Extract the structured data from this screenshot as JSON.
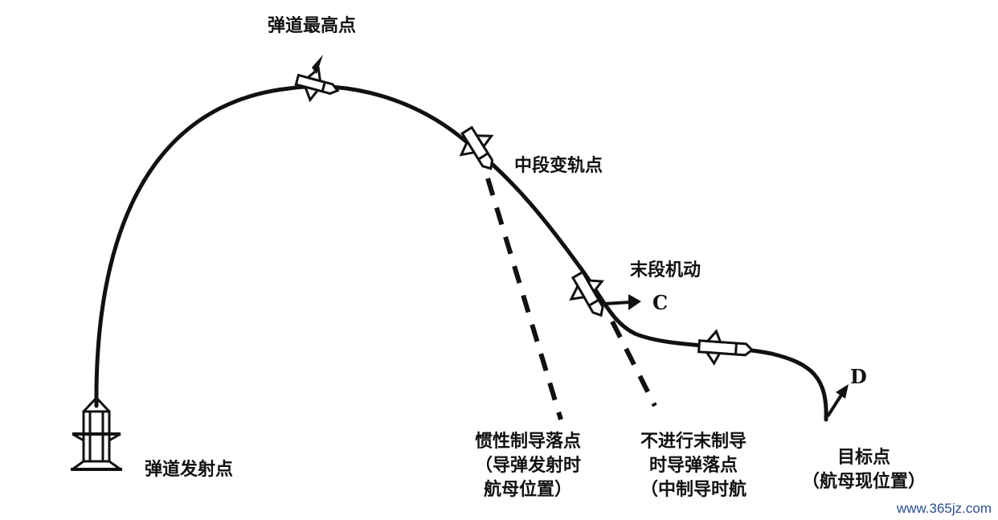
{
  "diagram": {
    "labels": {
      "apex": "弹道最高点",
      "midcourse": "中段变轨点",
      "terminal": "末段机动",
      "launch": "弹道发射点",
      "inertial_impact": [
        "惯性制导落点",
        "（导弹发射时",
        "航母位置）"
      ],
      "no_terminal_impact": [
        "不进行末制导",
        "时导弹落点",
        "（中制导时航"
      ],
      "target": [
        "目标点",
        "（航母现位置）"
      ]
    },
    "letters": {
      "c": "C",
      "d": "D"
    },
    "watermark": "www.365jz.com",
    "colors": {
      "ink": "#111111",
      "background": "#ffffff",
      "watermark": "#2a4f8f"
    }
  }
}
